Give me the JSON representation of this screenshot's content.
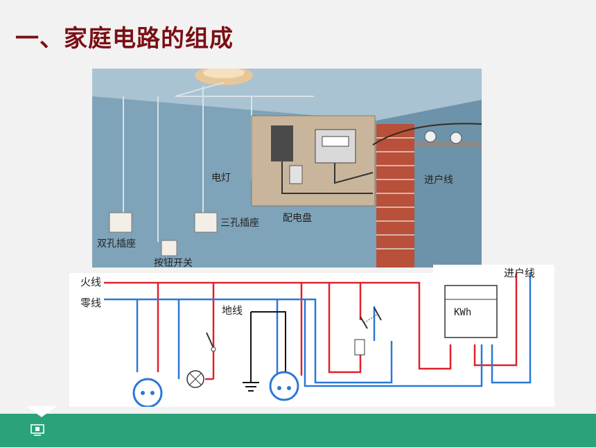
{
  "slide": {
    "title": "一、家庭电路的组成"
  },
  "illustration": {
    "labels": {
      "lamp": "电灯",
      "panel": "配电盘",
      "incoming": "进户线",
      "three_hole": "三孔插座",
      "two_hole": "双孔插座",
      "switch": "按钮开关"
    }
  },
  "diagram": {
    "labels": {
      "live": "火线",
      "neutral": "零线",
      "ground": "地线",
      "incoming": "进户线",
      "meter": "KWh"
    }
  },
  "colors": {
    "title": "#7a0f14",
    "live_wire": "#e0212b",
    "neutral_wire": "#2a78d6",
    "footer": "#2aa37a"
  },
  "icons": {
    "footer": "presentation-icon"
  }
}
